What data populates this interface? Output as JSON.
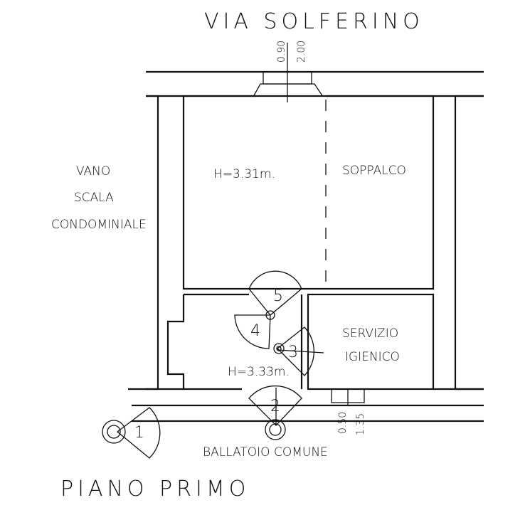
{
  "street_label": "VIA SOLFERINO",
  "floor_label": "PIANO PRIMO",
  "stair_label": {
    "line1": "VANO",
    "line2": "SCALA",
    "line3": "CONDOMINIALE"
  },
  "rooms": {
    "main_height": "H=3.31m.",
    "mezzanine": "SOPPALCO",
    "bathroom_line1": "SERVIZIO",
    "bathroom_line2": "IGIENICO",
    "lower_height": "H=3.33m.",
    "corridor": "BALLATOIO COMUNE"
  },
  "window_dims": {
    "top_a": "0.90",
    "top_b": "2.00",
    "bottom_a": "0.50",
    "bottom_b": "1.35"
  },
  "photo_points": [
    "1",
    "2",
    "3",
    "4",
    "5"
  ]
}
